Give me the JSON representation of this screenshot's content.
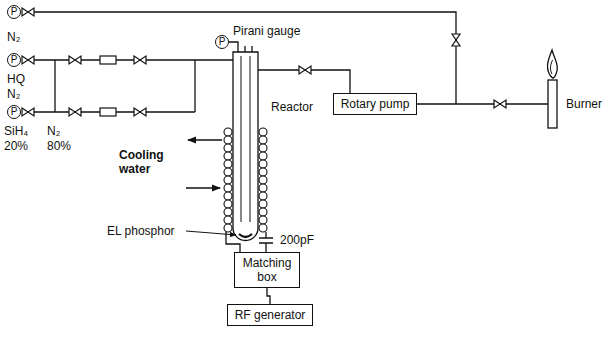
{
  "diagram": {
    "nodes": [
      {
        "text": [
          "P"
        ]
      },
      {
        "text": [
          "P"
        ]
      },
      {
        "text": [
          "P"
        ]
      },
      {
        "text": [
          "Rotary pump"
        ]
      },
      {
        "text": [
          "P"
        ]
      },
      {
        "text": [
          "Matching box"
        ]
      },
      {
        "text": [
          "RF generator"
        ]
      }
    ],
    "edges": [
      {
        "from": 5,
        "to": 6,
        "arrow": "none"
      }
    ],
    "labels": [
      "N₂",
      "HQ",
      "N₂",
      "SiH₄",
      "20%",
      "N₂",
      "80%",
      "Pirani gauge",
      "Reactor",
      "Cooling water",
      "EL phosphor",
      "200pF",
      "Burner"
    ]
  }
}
